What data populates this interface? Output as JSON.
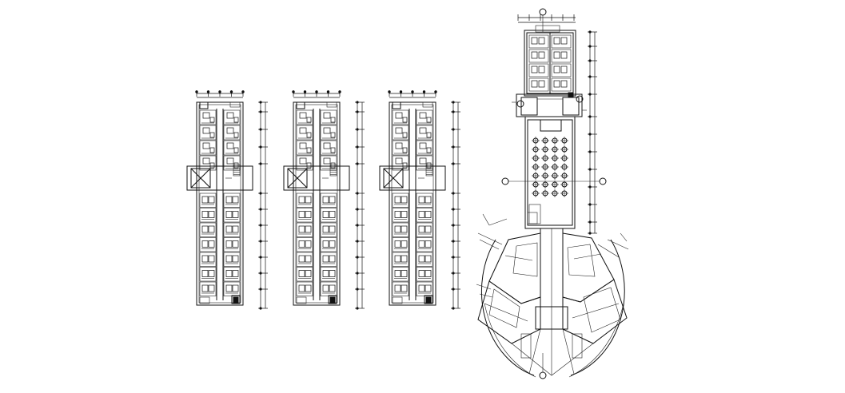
{
  "drawing": {
    "background": "#ffffff",
    "line_color": "#111111",
    "narrow_blocks": 3,
    "tower_wings": 3,
    "grid_marker_count": 4
  }
}
